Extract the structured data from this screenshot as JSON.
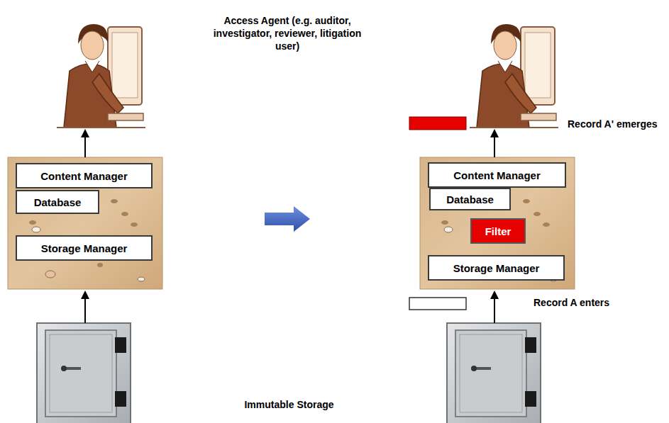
{
  "diagram": {
    "nodes": [
      {
        "text": [
          "Content Manager"
        ]
      },
      {
        "text": [
          "Database"
        ]
      },
      {
        "text": [
          "Storage Manager"
        ]
      },
      {
        "text": [
          "Content Manager"
        ]
      },
      {
        "text": [
          "Database"
        ]
      },
      {
        "text": [
          "Filter"
        ]
      },
      {
        "text": [
          "Storage Manager"
        ]
      }
    ],
    "labels": [
      "Access Agent (e.g. auditor, investigator, reviewer, litigation user)",
      "Record A' emerges",
      "Record A enters",
      "Immutable Storage"
    ]
  }
}
